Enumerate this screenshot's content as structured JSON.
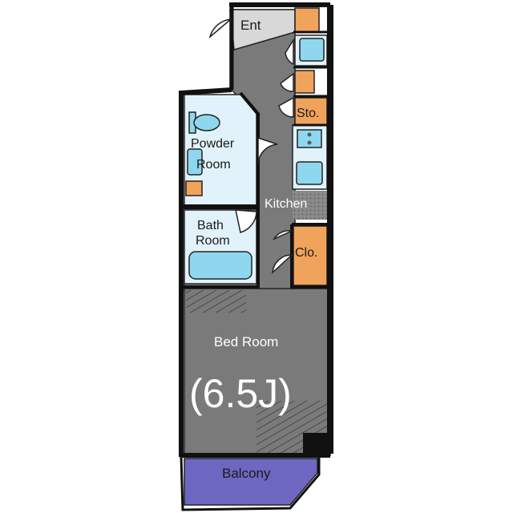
{
  "floorplan": {
    "rooms": {
      "entrance": "Ent",
      "storage": "Sto.",
      "powder_line1": "Powder",
      "powder_line2": "Room",
      "kitchen": "Kitchen",
      "bath_line1": "Bath",
      "bath_line2": "Room",
      "closet": "Clo.",
      "bedroom": "Bed Room",
      "bedroom_size": "(6.5J)",
      "balcony": "Balcony"
    },
    "colors": {
      "floor_gray": "#7a7a7a",
      "wet_area_blue": "#e2f2fb",
      "fixture_blue": "#8fd7ef",
      "storage_orange": "#f0a35a",
      "entrance_gray": "#d8d8d8",
      "balcony_purple": "#6d67c2",
      "wall": "#111111"
    }
  }
}
